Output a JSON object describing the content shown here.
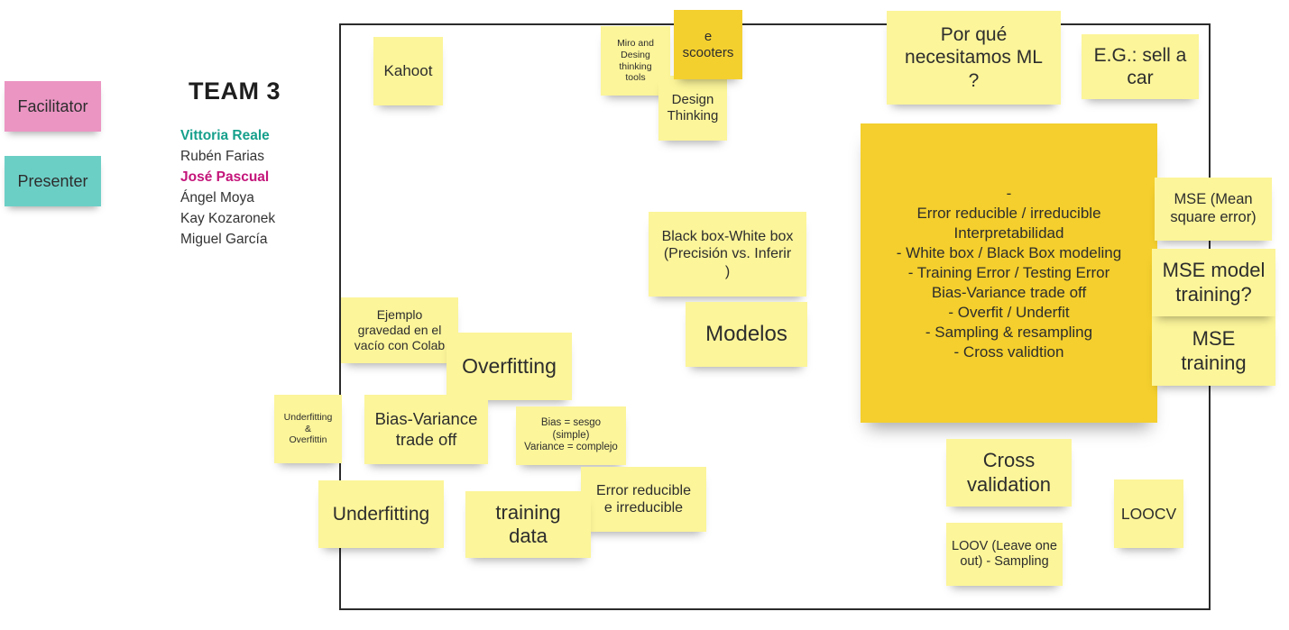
{
  "roles": {
    "facilitator": {
      "label": "Facilitator",
      "color": "#eb95c3"
    },
    "presenter": {
      "label": "Presenter",
      "color": "#6ccfc6"
    }
  },
  "team": {
    "title": "TEAM 3",
    "members": [
      {
        "name": "Vittoria Reale",
        "color": "#16a08c",
        "bold": true
      },
      {
        "name": "Rubén Farias",
        "color": "#333333",
        "bold": false
      },
      {
        "name": "José Pascual",
        "color": "#c4157a",
        "bold": true
      },
      {
        "name": "Ángel Moya",
        "color": "#333333",
        "bold": false
      },
      {
        "name": "Kay Kozaronek",
        "color": "#333333",
        "bold": false
      },
      {
        "name": "Miguel García",
        "color": "#333333",
        "bold": false
      }
    ]
  },
  "notes": {
    "kahoot": "Kahoot",
    "miro": "Miro and\nDesing\nthinking\ntools",
    "escooters": "e\nscooters",
    "design_thinking": "Design\nThinking",
    "por_que_ml": "Por qué\nnecesitamos ML\n?",
    "sell_car": "E.G.: sell a\ncar",
    "summary": "-\nError reducible / irreducible\nInterpretabilidad\n- White box / Black Box modeling\n- Training Error / Testing Error\nBias-Variance trade off\n- Overfit / Underfit\n- Sampling & resampling\n- Cross validtion",
    "mse_mean": "MSE (Mean\nsquare error)",
    "mse_model": "MSE model\ntraining?",
    "mse_training": "MSE\ntraining",
    "black_white_box": "Black box-White box\n(Precisión vs. Inferir\n)",
    "modelos": "Modelos",
    "ejemplo_gravedad": "Ejemplo\ngravedad en el\nvacío con Colab",
    "overfitting": "Overfitting",
    "underfitting_overfittin": "Underfitting\n&\nOverfittin",
    "bias_variance": "Bias-Variance\ntrade off",
    "bias_sesgo": "Bias = sesgo\n(simple)\nVariance = complejo",
    "error_reducible": "Error reducible\ne irreducible",
    "underfitting": "Underfitting",
    "training_data": "training\ndata",
    "cross_validation": "Cross\nvalidation",
    "loocv": "LOOCV",
    "loov": "LOOV (Leave one\nout) - Sampling"
  }
}
